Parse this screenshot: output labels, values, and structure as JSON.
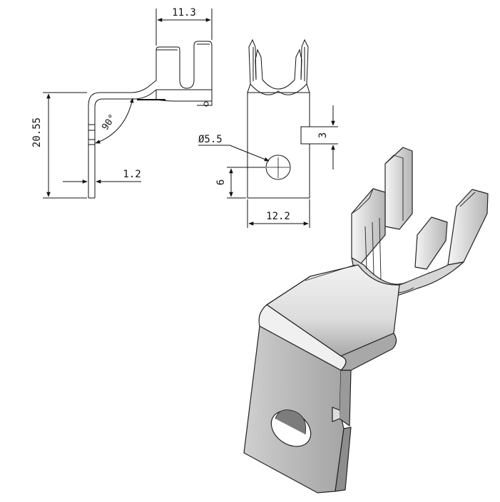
{
  "drawing": {
    "side_view": {
      "height": "20.55",
      "thickness": "1.2",
      "top_width": "11.3",
      "bend_angle": "90°"
    },
    "front_view": {
      "hole_diameter": "Ø5.5",
      "hole_offset": "6",
      "notch_width": "3",
      "plate_width": "12.2"
    }
  },
  "colors": {
    "line": "#111111",
    "metal_light": "#e6e6e6",
    "metal_mid": "#b8b8b8",
    "metal_dark": "#8a8a8a"
  }
}
